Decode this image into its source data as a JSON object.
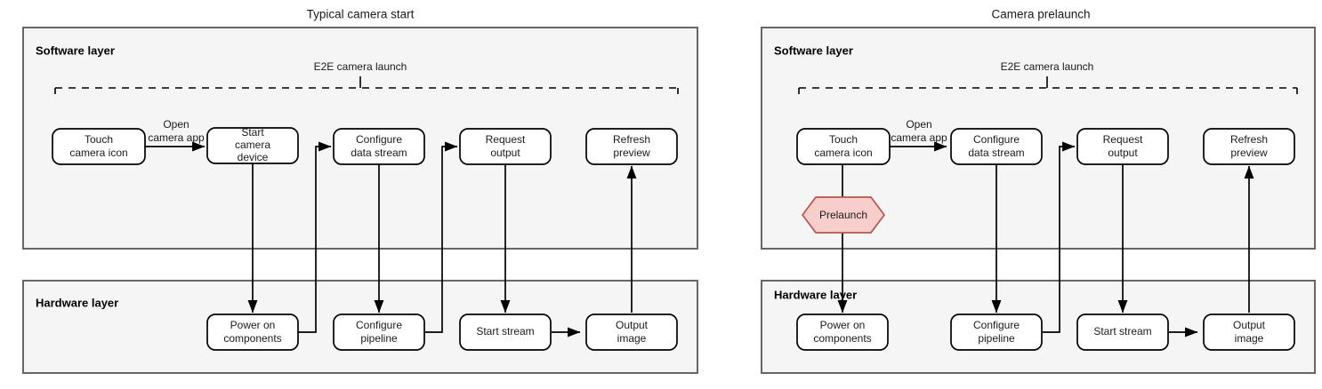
{
  "panels": [
    {
      "id": "typical",
      "title": "Typical camera start",
      "software_layer_label": "Software layer",
      "hardware_layer_label": "Hardware layer",
      "bracket_label": "E2E camera launch",
      "edge_label": "Open camera app",
      "edge_label_line1": "Open",
      "edge_label_line2": "camera app",
      "software_nodes": [
        {
          "id": "touch",
          "lines": [
            "Touch",
            "camera icon"
          ]
        },
        {
          "id": "start-camera-device",
          "lines": [
            "Start",
            "camera",
            "device"
          ]
        },
        {
          "id": "configure-data-stream",
          "lines": [
            "Configure",
            "data stream"
          ]
        },
        {
          "id": "request-output",
          "lines": [
            "Request",
            "output"
          ]
        },
        {
          "id": "refresh-preview",
          "lines": [
            "Refresh",
            "preview"
          ]
        }
      ],
      "hardware_nodes": [
        {
          "id": "power-on-components",
          "lines": [
            "Power on",
            "components"
          ]
        },
        {
          "id": "configure-pipeline",
          "lines": [
            "Configure",
            "pipeline"
          ]
        },
        {
          "id": "start-stream",
          "lines": [
            "Start stream"
          ]
        },
        {
          "id": "output-image",
          "lines": [
            "Output",
            "image"
          ]
        }
      ],
      "decision": null
    },
    {
      "id": "prelaunch",
      "title": "Camera prelaunch",
      "software_layer_label": "Software layer",
      "hardware_layer_label": "Hardware layer",
      "bracket_label": "E2E camera launch",
      "edge_label": "Open camera app",
      "edge_label_line1": "Open",
      "edge_label_line2": "camera app",
      "software_nodes": [
        {
          "id": "touch",
          "lines": [
            "Touch",
            "camera icon"
          ]
        },
        {
          "id": "configure-data-stream",
          "lines": [
            "Configure",
            "data stream"
          ]
        },
        {
          "id": "request-output",
          "lines": [
            "Request",
            "output"
          ]
        },
        {
          "id": "refresh-preview",
          "lines": [
            "Refresh",
            "preview"
          ]
        }
      ],
      "hardware_nodes": [
        {
          "id": "power-on-components",
          "lines": [
            "Power on",
            "components"
          ]
        },
        {
          "id": "configure-pipeline",
          "lines": [
            "Configure",
            "pipeline"
          ]
        },
        {
          "id": "start-stream",
          "lines": [
            "Start stream"
          ]
        },
        {
          "id": "output-image",
          "lines": [
            "Output",
            "image"
          ]
        }
      ],
      "decision": {
        "id": "prelaunch-hexagon",
        "label": "Prelaunch"
      }
    }
  ],
  "colors": {
    "layer_fill": "#f5f5f5",
    "layer_stroke": "#666666",
    "node_fill": "#ffffff",
    "node_stroke": "#000000",
    "decision_fill": "#f8cecc",
    "decision_stroke": "#b85450",
    "edge_stroke": "#000000",
    "text": "#1a1a1a",
    "background": "#ffffff"
  }
}
